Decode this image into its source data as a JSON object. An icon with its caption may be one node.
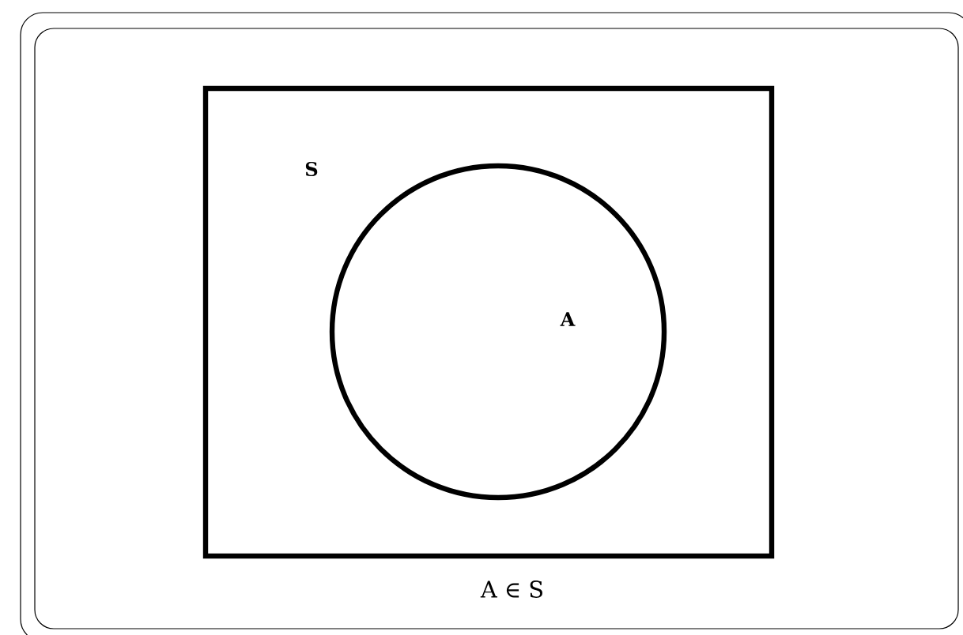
{
  "diagram": {
    "caption": "A ∈ S",
    "nodes": [
      {
        "text": [
          "S"
        ]
      },
      {
        "text": [
          "A"
        ],
        "in": 0
      }
    ]
  }
}
